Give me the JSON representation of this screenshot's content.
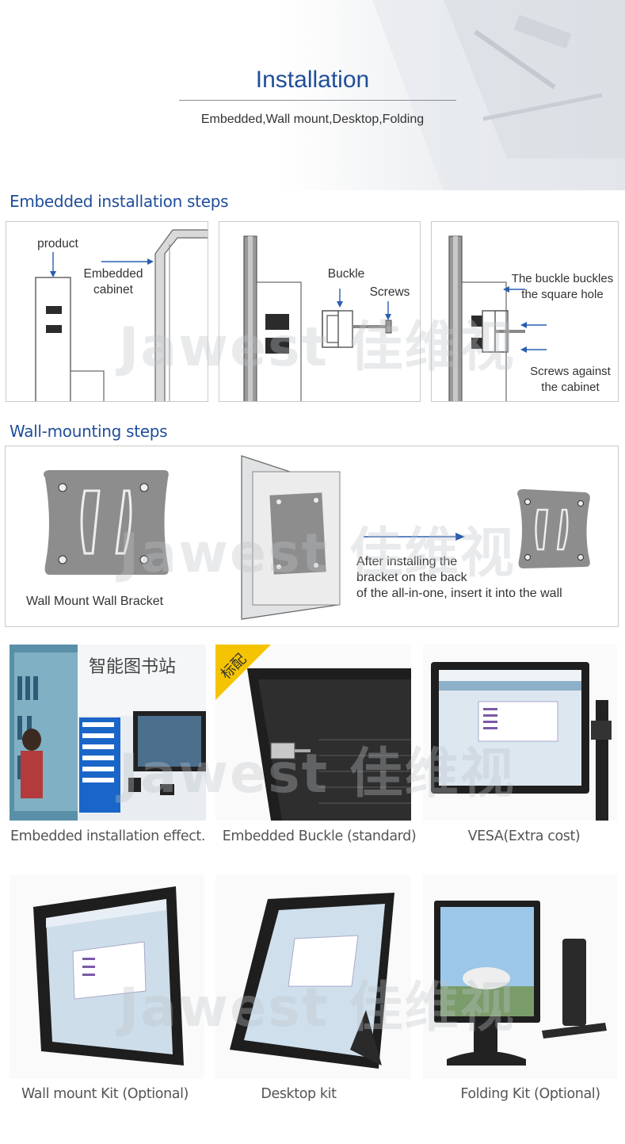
{
  "hero": {
    "title": "Installation",
    "subtitle": "Embedded,Wall mount,Desktop,Folding"
  },
  "watermark": "Jawest 佳维视",
  "embedded": {
    "title": "Embedded installation steps",
    "step1": {
      "product": "product",
      "cabinet": "Embedded\ncabinet"
    },
    "step2": {
      "buckle": "Buckle",
      "screws": "Screws"
    },
    "step3": {
      "buckle_note": "The buckle buckles\nthe square hole",
      "screws_note": "Screws against\nthe cabinet"
    }
  },
  "wall": {
    "title": "Wall-mounting steps",
    "bracket_label": "Wall Mount Wall Bracket",
    "instruction": "After installing the\nbracket on the back\nof the all-in-one, insert it into the wall"
  },
  "gallery": {
    "row1": [
      {
        "caption": "Embedded installation effect.",
        "sign": "智能图书站"
      },
      {
        "caption": "Embedded Buckle (standard)",
        "badge": "标配"
      },
      {
        "caption": "VESA(Extra cost)"
      }
    ],
    "row2": [
      {
        "caption": "Wall mount Kit (Optional)"
      },
      {
        "caption": "Desktop kit"
      },
      {
        "caption": "Folding Kit (Optional)"
      }
    ]
  },
  "colors": {
    "accent": "#1f4e9a",
    "arrow": "#2a5db0",
    "badge": "#f5c400"
  }
}
